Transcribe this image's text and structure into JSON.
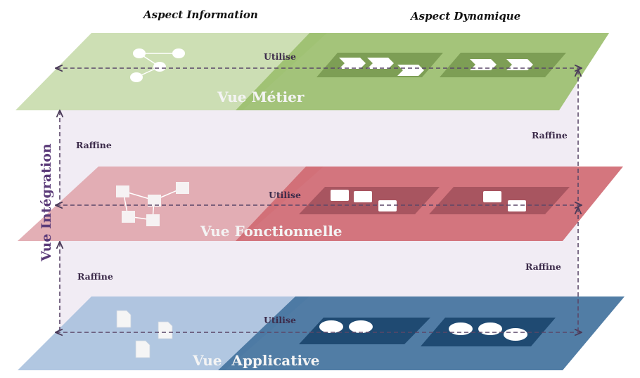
{
  "headers": {
    "left": "Aspect Information",
    "right": "Aspect Dynamique"
  },
  "side_label": "Vue Intégration",
  "layers": {
    "metier": {
      "title": "Vue Métier",
      "uses": "Utilise"
    },
    "fonctionnelle": {
      "title": "Vue Fonctionnelle",
      "uses": "Utilise"
    },
    "applicative": {
      "title": "Vue  Applicative",
      "uses": "Utilise"
    }
  },
  "refines": {
    "left_top": "Raffine",
    "right_top": "Raffine",
    "left_bottom": "Raffine",
    "right_bottom": "Raffine"
  },
  "colors": {
    "metier_left": "#c9dcae",
    "metier_right": "#9cbf6f",
    "fonctionnelle_left": "#e0a6ad",
    "fonctionnelle_right": "#d06a73",
    "applicative_left": "#a9c1de",
    "applicative_right": "#4876a0",
    "connector": "#5a4668",
    "integration_band": "#e9e3ee"
  }
}
